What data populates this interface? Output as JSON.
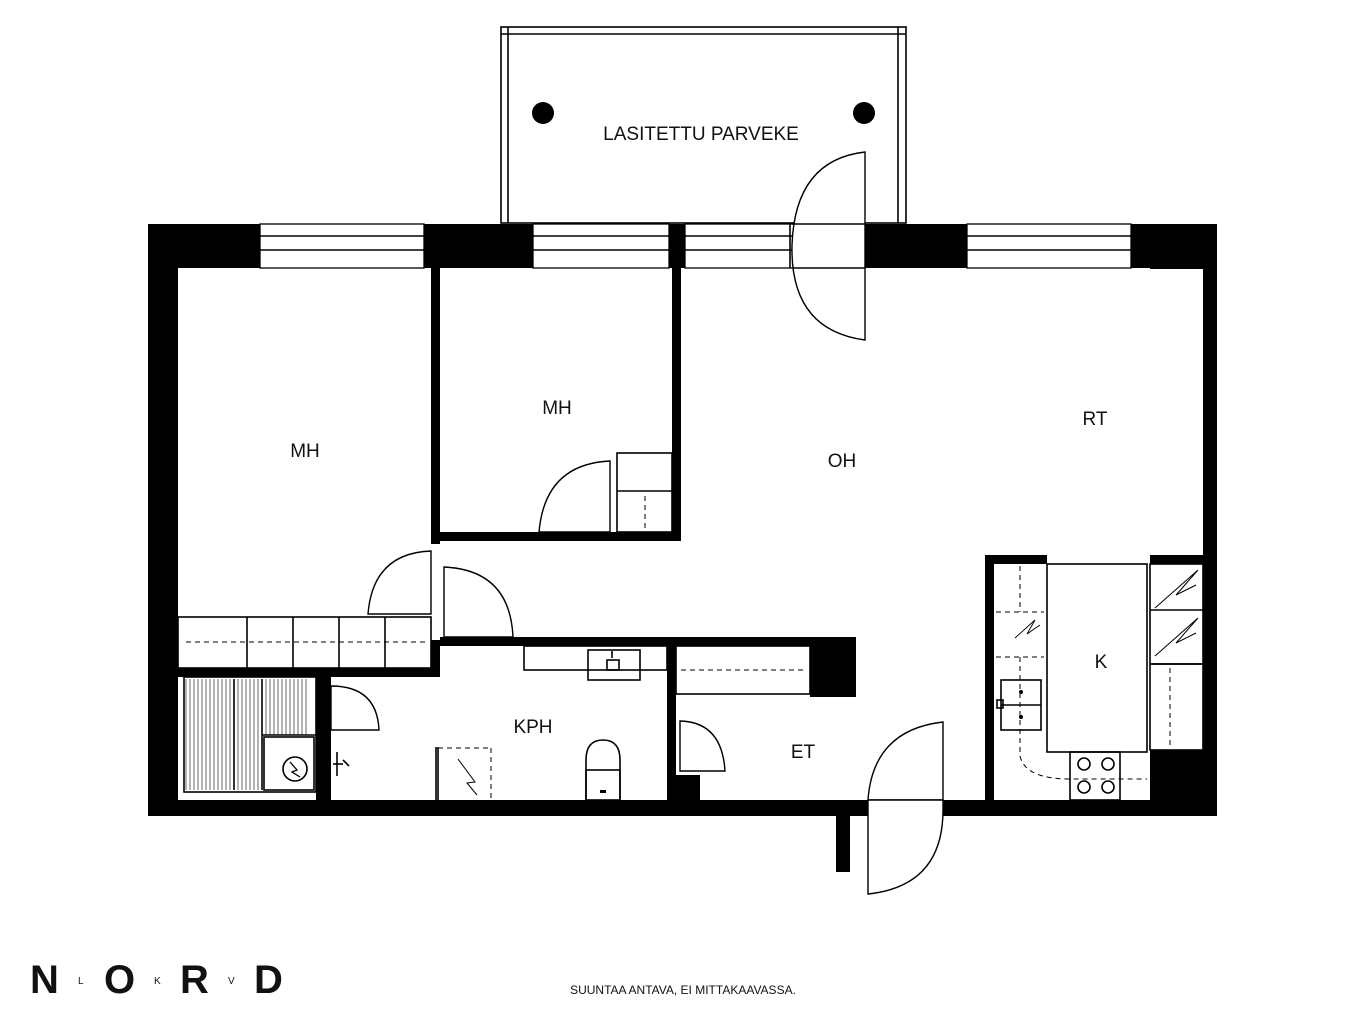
{
  "rooms": {
    "balcony": "LASITETTU PARVEKE",
    "bedroom_left": "MH",
    "bedroom_middle": "MH",
    "living_room": "OH",
    "dining": "RT",
    "kitchen": "K",
    "bathroom": "KPH",
    "hall": "ET"
  },
  "logo": {
    "letters": [
      "N",
      "O",
      "R",
      "D"
    ],
    "small_letters": [
      "L",
      "K",
      "V"
    ]
  },
  "disclaimer": "SUUNTAA ANTAVA, EI MITTAKAAVASSA."
}
